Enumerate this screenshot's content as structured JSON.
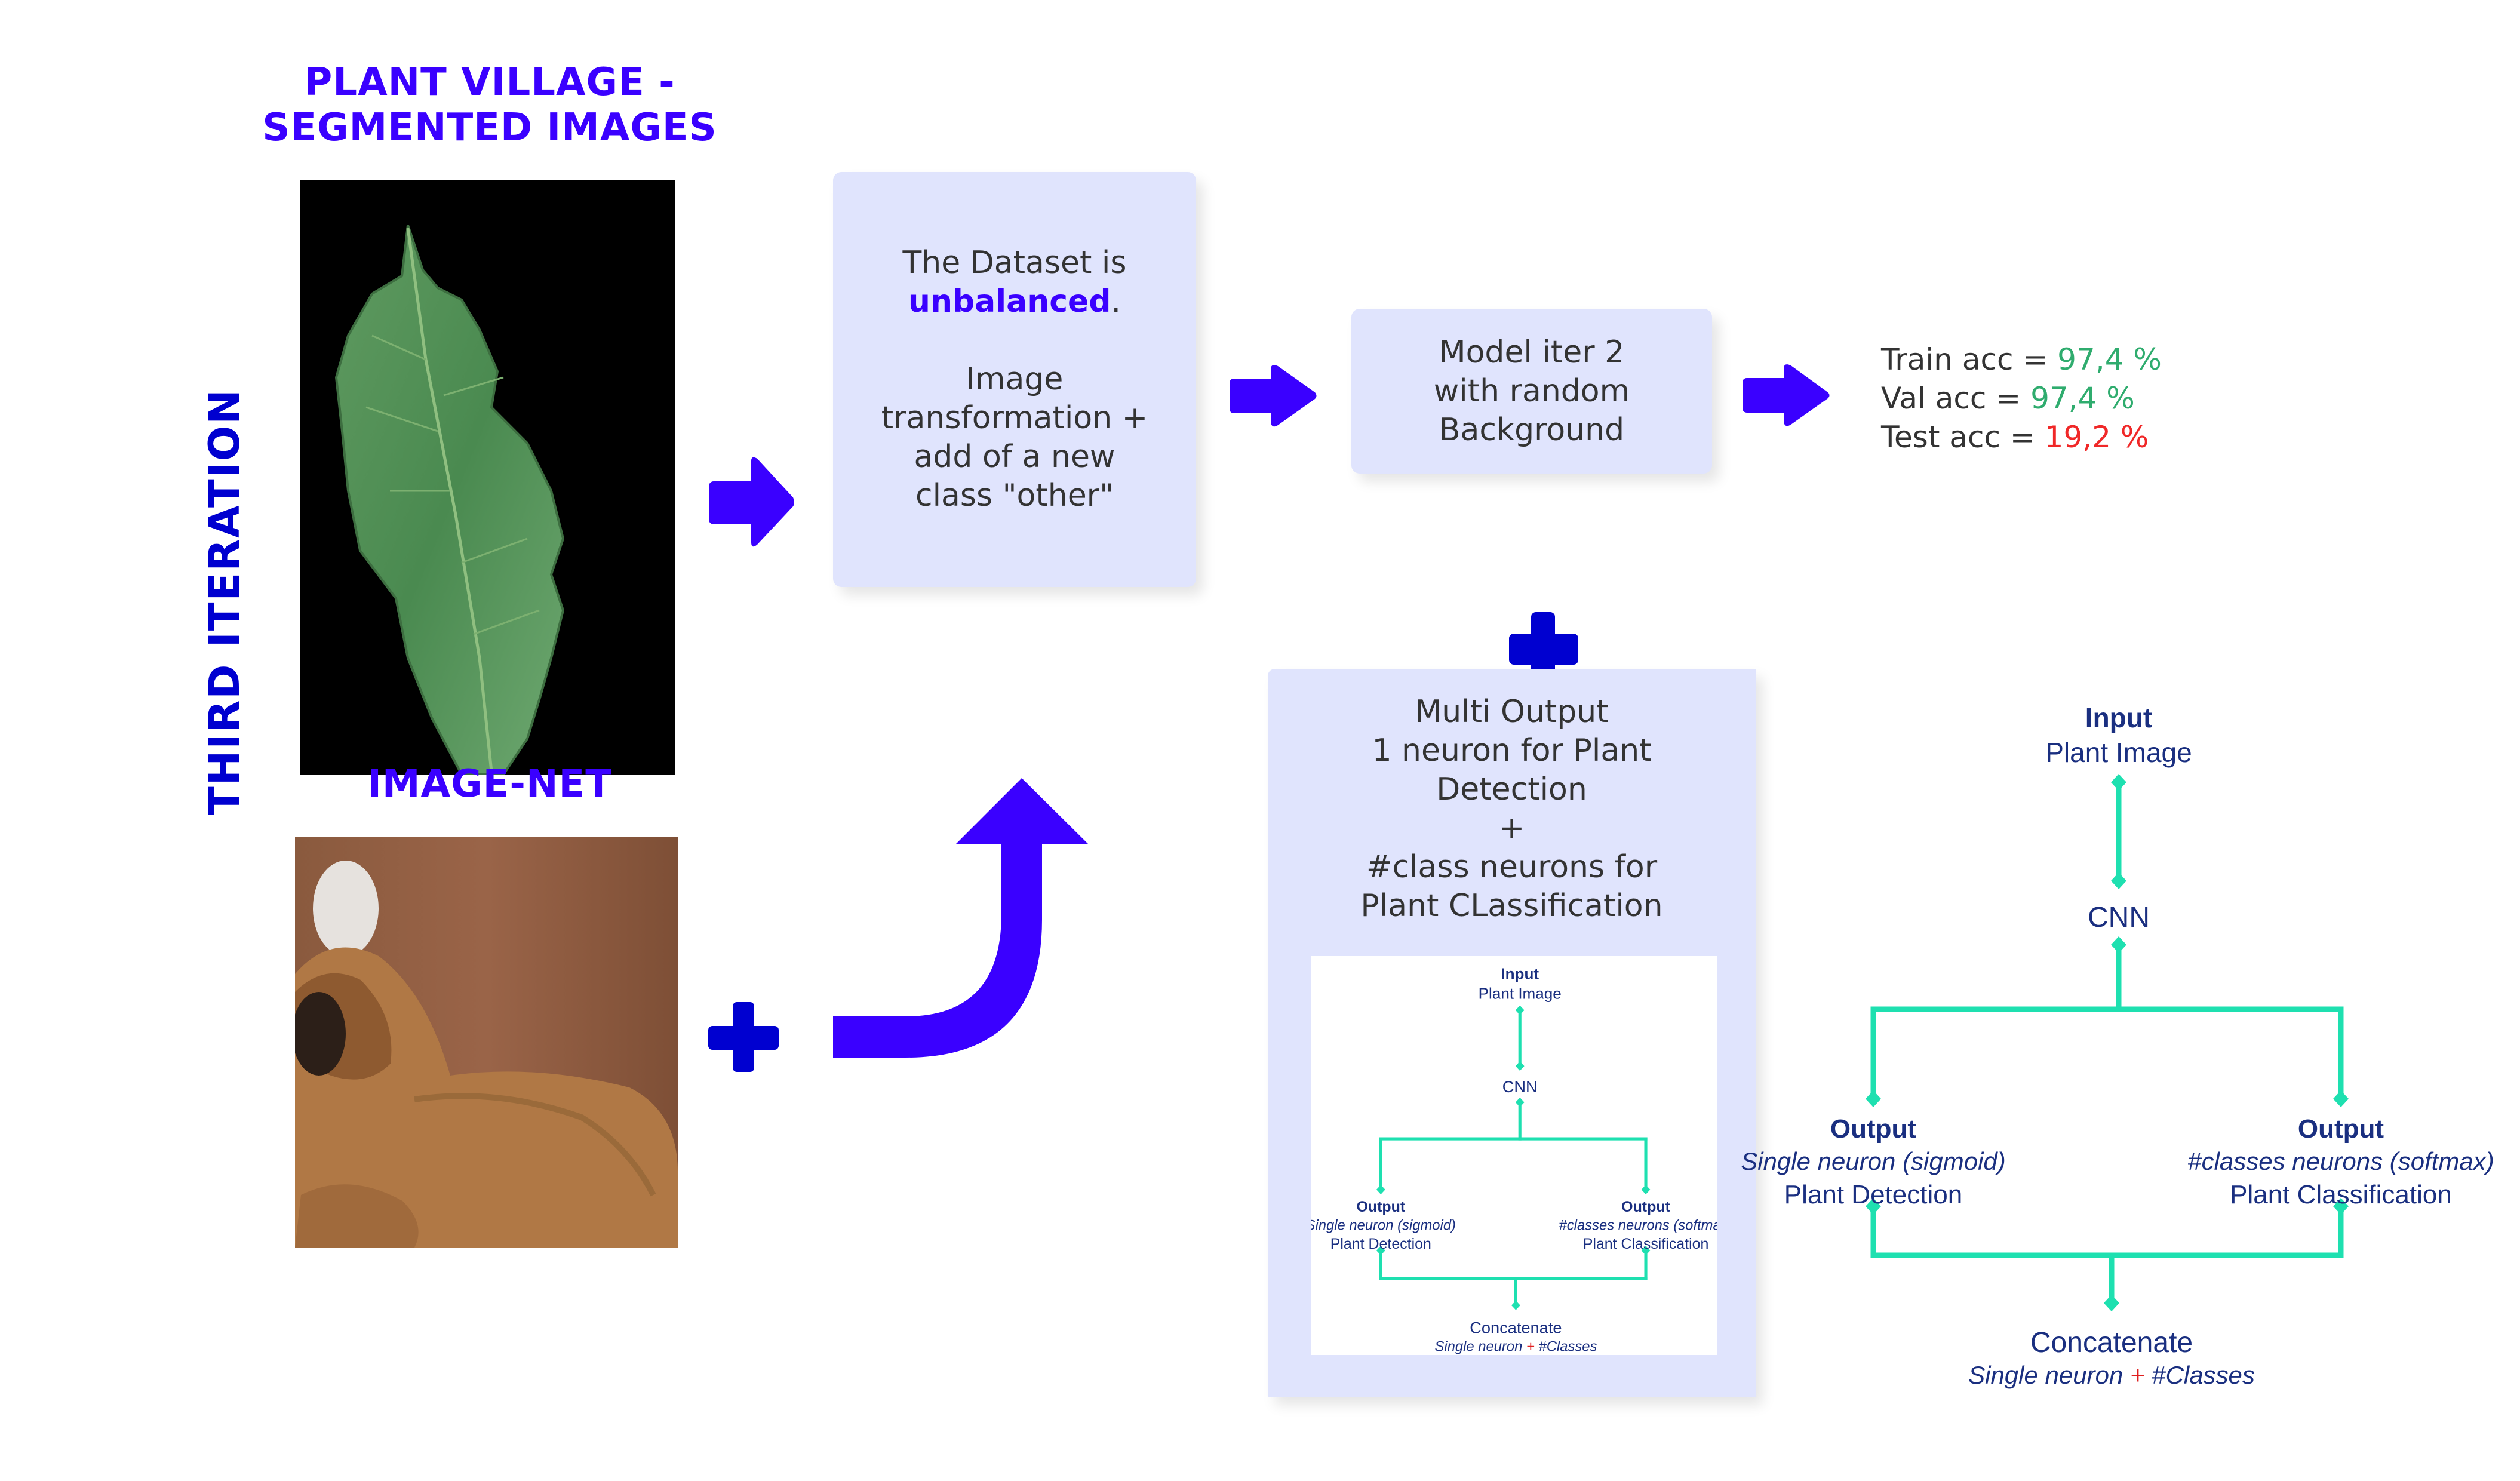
{
  "side_title": "THIRD ITERATION",
  "datasets": {
    "plant_village": {
      "title_line1": "PLANT VILLAGE -",
      "title_line2": "SEGMENTED IMAGES",
      "image": "segmented-leaf-photo"
    },
    "image_net": {
      "title": "IMAGE-NET",
      "image": "dog-photo"
    }
  },
  "dataset_card": {
    "line1": "The Dataset is",
    "highlight": "unbalanced",
    "highlight_suffix": ".",
    "line3": "Image",
    "line4": "transformation +",
    "line5": "add of a new",
    "line6": "class \"other\""
  },
  "model_card": {
    "lines": [
      "Model iter 2",
      "with random",
      "Background"
    ]
  },
  "results": [
    {
      "label": "Train acc = ",
      "value": "97,4 %",
      "status": "good"
    },
    {
      "label": "Val acc = ",
      "value": "97,4 %",
      "status": "good"
    },
    {
      "label": "Test acc = ",
      "value": "19,2 %",
      "status": "bad"
    }
  ],
  "multi_output_card": {
    "lines": [
      "Multi Output",
      "1 neuron for Plant",
      "Detection",
      "+",
      "#class neurons for",
      "Plant CLassification"
    ]
  },
  "architecture": {
    "input": {
      "title": "Input",
      "subtitle": "Plant Image"
    },
    "cnn": "CNN",
    "output_left": {
      "title": "Output",
      "subtitle": "Single neuron (sigmoid)",
      "label": "Plant Detection"
    },
    "output_right": {
      "title": "Output",
      "subtitle": "#classes neurons (softmax)",
      "label": "Plant Classification"
    },
    "concat": {
      "title": "Concatenate",
      "part1": "Single neuron",
      "plus": "+",
      "part2": "#Classes"
    }
  },
  "colors": {
    "accent": "#3a00ff",
    "dark_blue": "#0000d0",
    "card_bg": "#e0e4fd",
    "good": "#2fac6e",
    "bad": "#f02828",
    "connector": "#1ee0b0",
    "diagram_text": "#1a2f80"
  },
  "icons": [
    "arrow-right-icon",
    "plus-icon",
    "curved-arrow-up-icon"
  ]
}
